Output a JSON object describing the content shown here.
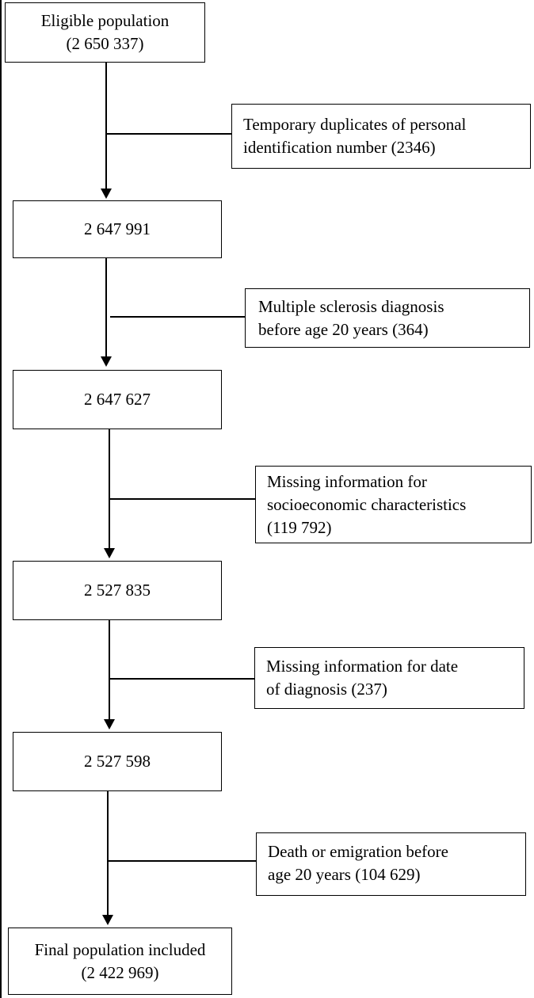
{
  "flowchart": {
    "boxes": [
      {
        "line1": "Eligible population",
        "line2": "(2 650 337)"
      },
      {
        "line1": "2 647 991",
        "line2": ""
      },
      {
        "line1": "2 647 627",
        "line2": ""
      },
      {
        "line1": "2 527 835",
        "line2": ""
      },
      {
        "line1": "2 527 598",
        "line2": ""
      },
      {
        "line1": "Final population included",
        "line2": "(2 422 969)"
      }
    ],
    "exclusions": [
      {
        "lines": [
          "Temporary duplicates of personal",
          "identification number (2346)"
        ]
      },
      {
        "lines": [
          "Multiple sclerosis diagnosis",
          "before age 20 years (364)"
        ]
      },
      {
        "lines": [
          "Missing information for",
          "socioeconomic characteristics",
          "(119 792)"
        ]
      },
      {
        "lines": [
          "Missing information for date",
          "of diagnosis (237)"
        ]
      },
      {
        "lines": [
          "Death or emigration before",
          "age 20 years (104 629)"
        ]
      }
    ]
  }
}
